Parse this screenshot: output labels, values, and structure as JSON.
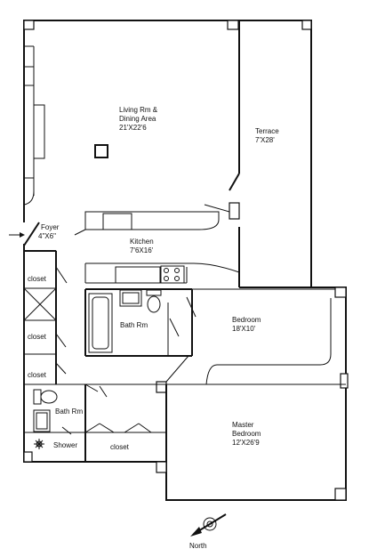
{
  "floorplan": {
    "rooms": {
      "living": {
        "name": "Living Rm &",
        "name2": "Dining Area",
        "size": "21'X22'6"
      },
      "terrace": {
        "name": "Terrace",
        "size": "7'X28'"
      },
      "foyer": {
        "name": "Foyer",
        "size": "4\"X6\""
      },
      "kitchen": {
        "name": "Kitchen",
        "size": "7'6X16'"
      },
      "bath1": {
        "name": "Bath Rm"
      },
      "bedroom": {
        "name": "Bedroom",
        "size": "18'X10'"
      },
      "bath2": {
        "name": "Bath Rm"
      },
      "shower": {
        "name": "Shower"
      },
      "master": {
        "name": "Master",
        "name2": "Bedroom",
        "size": "12'X26'9"
      }
    },
    "closets": [
      "closet",
      "closet",
      "closet",
      "closet"
    ],
    "compass": {
      "label": "North"
    },
    "colors": {
      "line": "#111111",
      "background": "#ffffff"
    }
  }
}
